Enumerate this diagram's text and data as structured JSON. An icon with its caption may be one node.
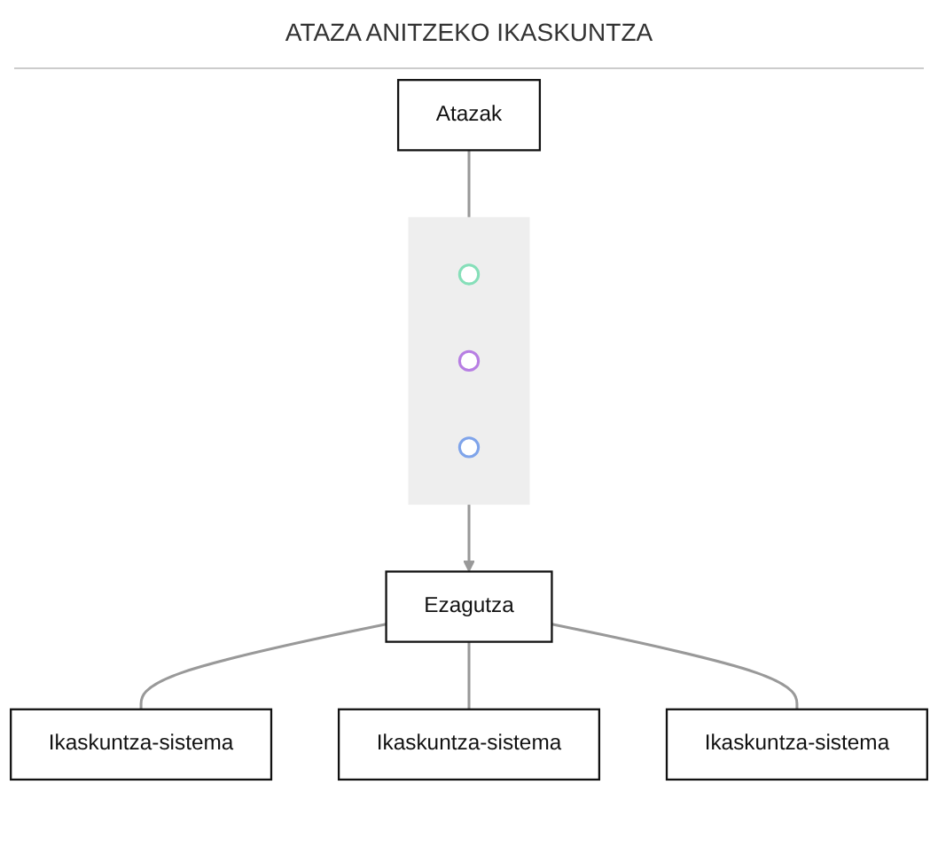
{
  "diagram": {
    "title": "ATAZA ANITZEKO IKASKUNTZA",
    "nodes": [
      {
        "text": [
          "Atazak"
        ]
      },
      {
        "text": [],
        "shape": "box"
      },
      {
        "text": [],
        "shape": "circle",
        "in": 1
      },
      {
        "text": [],
        "shape": "circle",
        "in": 1
      },
      {
        "text": [],
        "shape": "circle",
        "in": 1
      },
      {
        "text": [
          "Ezagutza"
        ]
      },
      {
        "text": [
          "Ikaskuntza-sistema"
        ]
      },
      {
        "text": [
          "Ikaskuntza-sistema"
        ]
      },
      {
        "text": [
          "Ikaskuntza-sistema"
        ]
      }
    ],
    "edges": [
      {
        "from": 0,
        "to": 1,
        "arrow": "none"
      },
      {
        "from": 1,
        "to": 5,
        "arrow": "to"
      },
      {
        "from": 5,
        "to": 6,
        "arrow": "none"
      },
      {
        "from": 5,
        "to": 7,
        "arrow": "none"
      },
      {
        "from": 5,
        "to": 8,
        "arrow": "none"
      }
    ]
  }
}
